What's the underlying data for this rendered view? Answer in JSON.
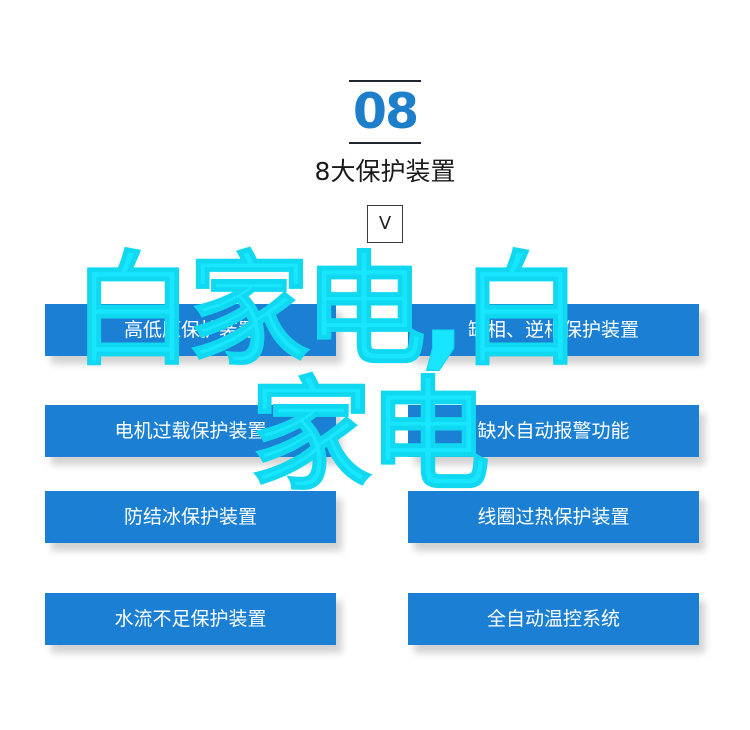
{
  "header": {
    "section_number": "08",
    "title": "8大保护装置",
    "v_mark": "V"
  },
  "features": [
    {
      "label": "高低压保护装置"
    },
    {
      "label": "缺相、逆相保护装置"
    },
    {
      "label": "电机过载保护装置"
    },
    {
      "label": "缺水自动报警功能"
    },
    {
      "label": "防结冰保护装置"
    },
    {
      "label": "线圈过热保护装置"
    },
    {
      "label": "水流不足保护装置"
    },
    {
      "label": "全自动温控系统"
    }
  ],
  "watermark": {
    "line1": "白家电,白",
    "line2": "家电"
  },
  "colors": {
    "feature_bg": "#1b80d4",
    "number": "#1d7fc9",
    "watermark": "#18e6ff"
  }
}
